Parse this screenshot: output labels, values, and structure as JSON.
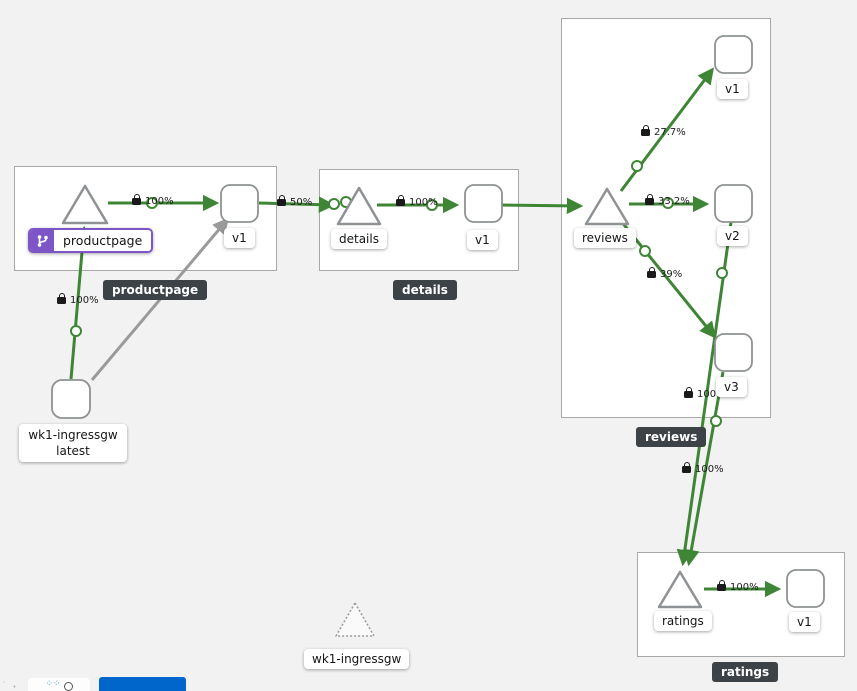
{
  "graph": {
    "groups": [
      {
        "id": "productpage",
        "tooltip": "productpage"
      },
      {
        "id": "details",
        "tooltip": "details"
      },
      {
        "id": "reviews",
        "tooltip": "reviews"
      },
      {
        "id": "ratings",
        "tooltip": "ratings"
      }
    ],
    "nodes": {
      "productpage_service": "productpage",
      "productpage_v1": "v1",
      "details_service": "details",
      "details_v1": "v1",
      "reviews_service": "reviews",
      "reviews_v1": "v1",
      "reviews_v2": "v2",
      "reviews_v3": "v3",
      "ratings_service": "ratings",
      "ratings_v1": "v1",
      "ingress_workload_line1": "wk1-ingressgw",
      "ingress_workload_line2": "latest",
      "idle_service": "wk1-ingressgw"
    },
    "edges": {
      "ingress_to_productpage": "100%",
      "productpage_to_v1": "100%",
      "ppv1_to_details": "50%",
      "details_to_v1": "100%",
      "reviews_to_v1": "27.7%",
      "reviews_to_v2": "33.2%",
      "reviews_to_v3": "39%",
      "v2_to_ratings": "100%",
      "v3_to_ratings": "100%",
      "ratings_to_v1": "100%"
    },
    "colors": {
      "edge_green": "#3e8635",
      "edge_gray": "#9a9a9a",
      "badge_purple": "#7d55c7",
      "tooltip_bg": "#3d4247",
      "button_blue": "#0066cc",
      "canvas_bg": "#f2f2f2"
    }
  }
}
